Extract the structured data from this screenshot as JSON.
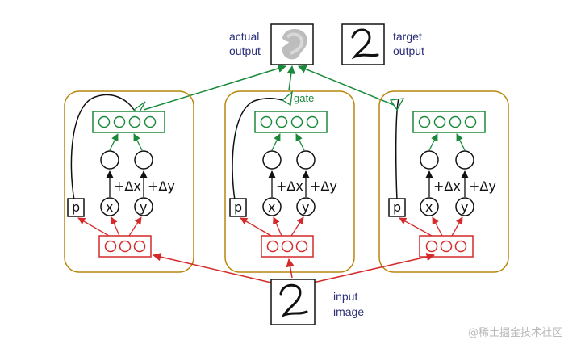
{
  "labels": {
    "actual_output": [
      "actual",
      "output"
    ],
    "target_output": [
      "target",
      "output"
    ],
    "input_image": [
      "input",
      "image"
    ],
    "gate": "gate",
    "p": "p",
    "x": "x",
    "y": "y",
    "dx": "+Δx",
    "dy": "+Δy",
    "target_glyph": "2",
    "input_glyph": "2",
    "watermark": "@稀土掘金技术社区"
  },
  "colors": {
    "capsule_border": "#b8860b",
    "output_layer": "#1a8a3a",
    "input_layer": "#d42a2a",
    "text_blue": "#2a2f7a",
    "line_black": "#111111"
  }
}
